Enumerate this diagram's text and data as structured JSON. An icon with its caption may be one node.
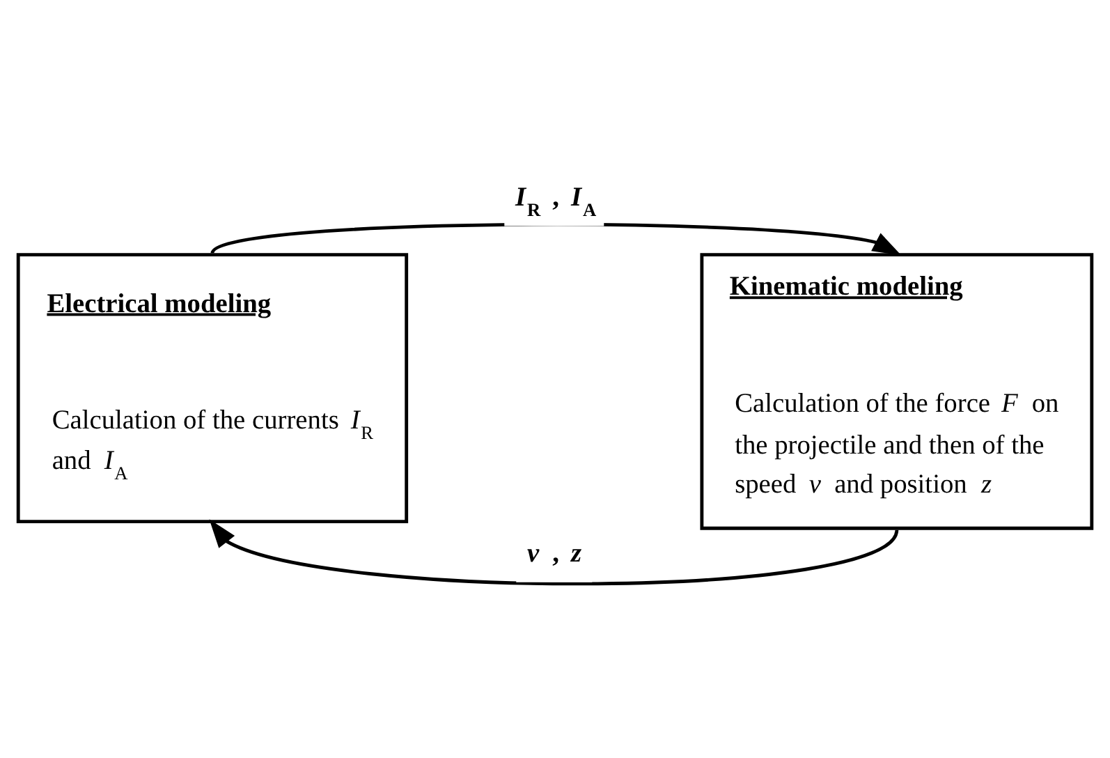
{
  "diagram": {
    "nodes": [
      {
        "text": [
          "Electrical modeling",
          "Calculation of the currents *I*$_{R}$ and *I*$_{A}$"
        ]
      },
      {
        "text": [
          "Kinematic modeling",
          "Calculation of the force *F* on the projectile and then of the speed *v* and position *z*"
        ]
      }
    ],
    "edges": [
      {
        "from": 0,
        "to": 1,
        "arrow": "to",
        "label": "*I*$_{R}$ , *I*$_{A}$"
      },
      {
        "from": 1,
        "to": 0,
        "arrow": "to",
        "label": "*v* , *z*"
      }
    ]
  }
}
